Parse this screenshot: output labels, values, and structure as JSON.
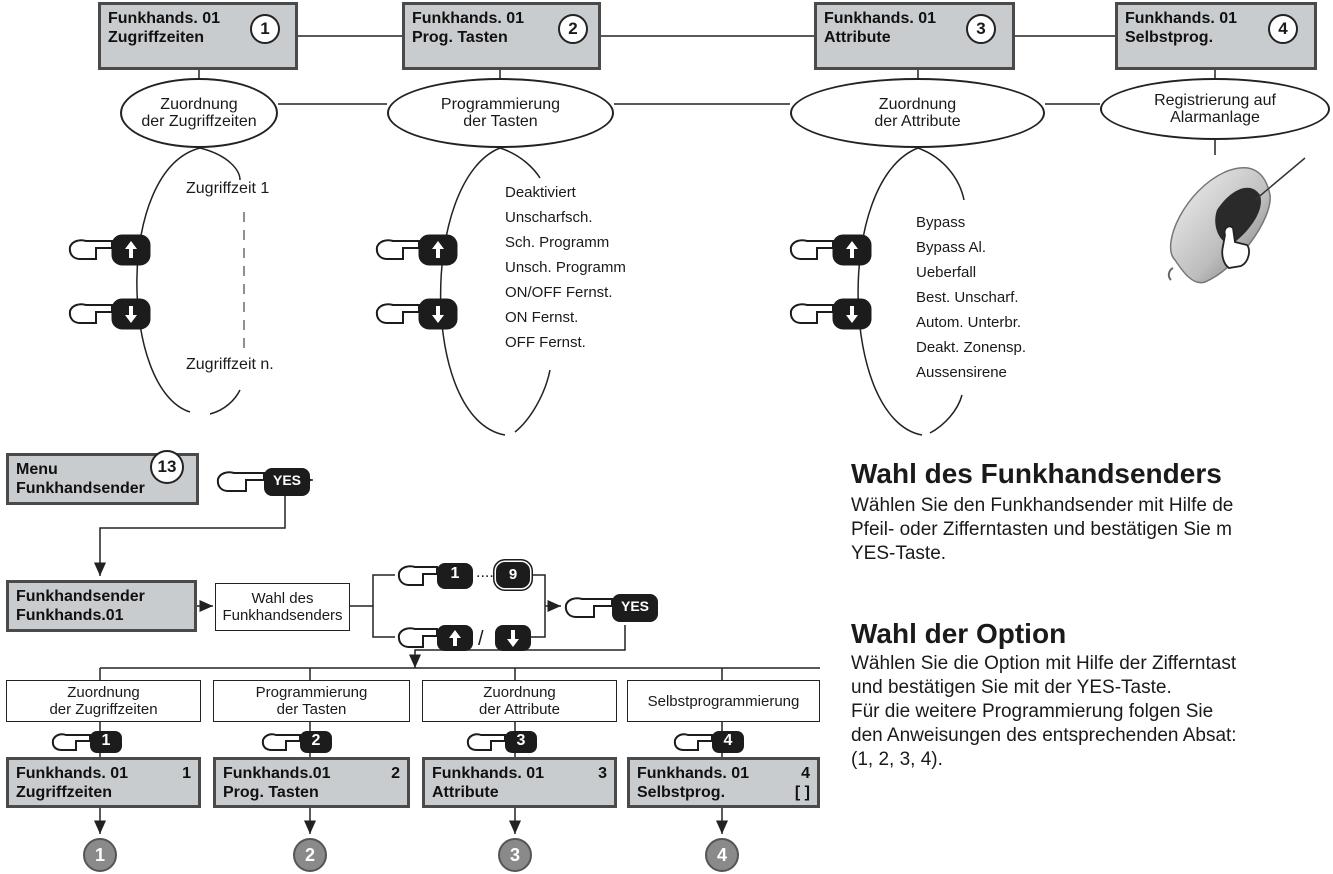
{
  "top_screens": [
    {
      "line1": "Funkhands. 01",
      "line2": "Zugriffzeiten",
      "num": "1"
    },
    {
      "line1": "Funkhands. 01",
      "line2": "Prog. Tasten",
      "num": "2"
    },
    {
      "line1": "Funkhands. 01",
      "line2": "Attribute",
      "num": "3"
    },
    {
      "line1": "Funkhands. 01",
      "line2": "Selbstprog.",
      "num": "4"
    }
  ],
  "ovals": [
    {
      "line1": "Zuordnung",
      "line2": "der Zugriffzeiten"
    },
    {
      "line1": "Programmierung",
      "line2": "der Tasten"
    },
    {
      "line1": "Zuordnung",
      "line2": "der Attribute"
    },
    {
      "line1": "Registrierung auf",
      "line2": "Alarmanlage"
    }
  ],
  "col1": {
    "top": "Zugriffzeit 1",
    "bottom": "Zugriffzeit n."
  },
  "col2_items": [
    "Deaktiviert",
    "Unscharfsch.",
    "Sch. Programm",
    "Unsch. Programm",
    "ON/OFF Fernst.",
    "ON Fernst.",
    "OFF Fernst."
  ],
  "col3_items": [
    "Bypass",
    "Bypass Al.",
    "Ueberfall",
    "Best. Unscharf.",
    "Autom. Unterbr.",
    "Deakt. Zonensp.",
    "Aussensirene"
  ],
  "menu_screen": {
    "line1": "Menu",
    "line2": "Funkhandsender",
    "num": "13"
  },
  "sel_screen": {
    "line1": "Funkhandsender",
    "line2": "Funkhands.01"
  },
  "wahl_box": {
    "line1": "Wahl des",
    "line2": "Funkhandsenders"
  },
  "keys": {
    "yes": "YES",
    "one": "1",
    "dots": "....",
    "nine": "9",
    "slash": "/"
  },
  "option_boxes": [
    {
      "line1": "Zuordnung",
      "line2": "der Zugriffzeiten"
    },
    {
      "line1": "Programmierung",
      "line2": "der Tasten"
    },
    {
      "line1": "Zuordnung",
      "line2": "der Attribute"
    },
    {
      "line1": "Selbstprogrammierung",
      "line2": ""
    }
  ],
  "option_keys": [
    "1",
    "2",
    "3",
    "4"
  ],
  "bottom_screens": [
    {
      "l1": "Funkhands. 01",
      "r1": "1",
      "l2": "Zugriffzeiten",
      "r2": ""
    },
    {
      "l1": "Funkhands.01",
      "r1": "2",
      "l2": "Prog. Tasten",
      "r2": ""
    },
    {
      "l1": "Funkhands. 01",
      "r1": "3",
      "l2": "Attribute",
      "r2": ""
    },
    {
      "l1": "Funkhands. 01",
      "r1": "4",
      "l2": "Selbstprog.",
      "r2": "[ ]"
    }
  ],
  "step_badges": [
    "1",
    "2",
    "3",
    "4"
  ],
  "text": {
    "h1": "Wahl des Funkhandsenders",
    "p1": [
      "Wählen Sie den Funkhandsender mit Hilfe de",
      "Pfeil- oder Zifferntasten und bestätigen Sie m",
      "YES-Taste."
    ],
    "h2": "Wahl der Option",
    "p2": [
      "Wählen Sie die Option mit Hilfe der Zifferntast",
      "und bestätigen Sie mit der YES-Taste.",
      "Für die weitere Programmierung folgen Sie",
      "den Anweisungen des entsprechenden Absat:",
      "(1, 2, 3, 4)."
    ]
  }
}
